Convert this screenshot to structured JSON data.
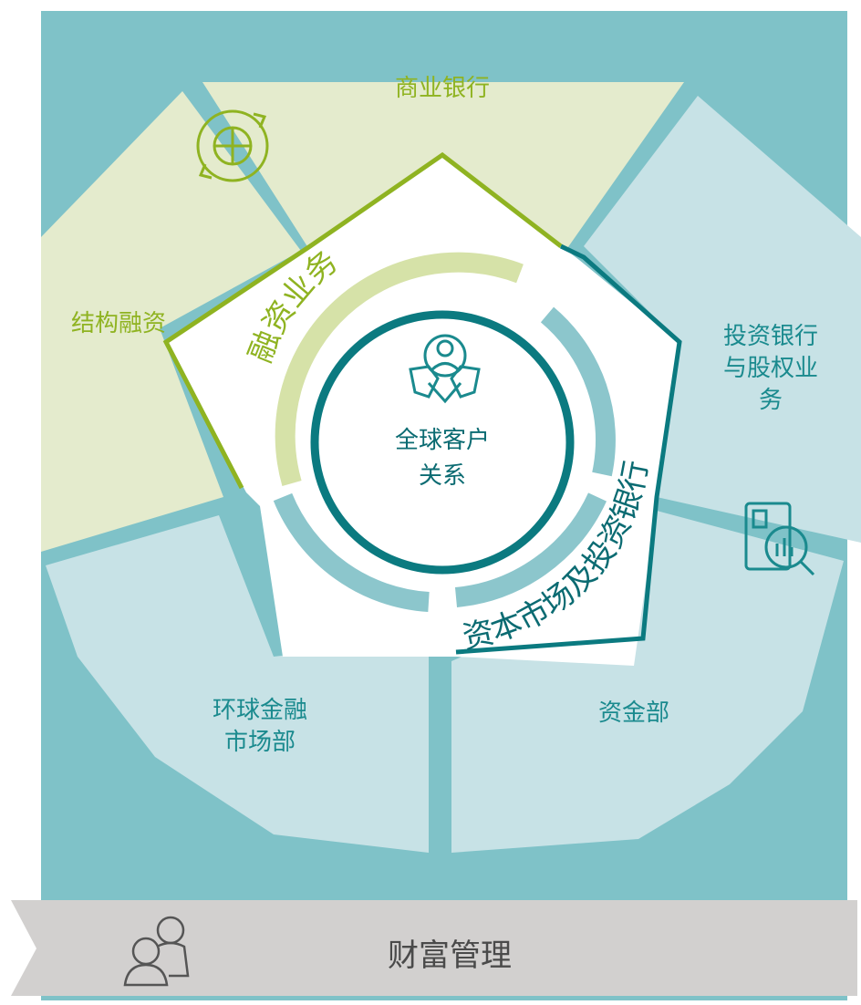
{
  "center": {
    "line1": "全球客户",
    "line2": "关系"
  },
  "arcs": {
    "financing": "融资业务",
    "capital_markets": "资本市场及投资银行"
  },
  "segments": {
    "commercial_banking": "商业银行",
    "structured_finance": "结构融资",
    "investment_banking": "投资银行\n与股权业\n务",
    "treasury": "资金部",
    "global_markets": "环球金融\n市场部"
  },
  "banner": {
    "label": "财富管理"
  },
  "icons": {
    "center": "handshake-people-gear-icon",
    "commercial": "globe-recycle-icon",
    "investment": "report-magnifier-icon",
    "wealth": "advisor-client-icon"
  },
  "colors": {
    "teal_bg": "#7fc2c8",
    "green_light": "#e4ebcd",
    "blue_light": "#c7e2e6",
    "green_accent": "#8fb321",
    "teal_dark": "#0b7a80",
    "banner_gray": "#d2d0cf"
  }
}
